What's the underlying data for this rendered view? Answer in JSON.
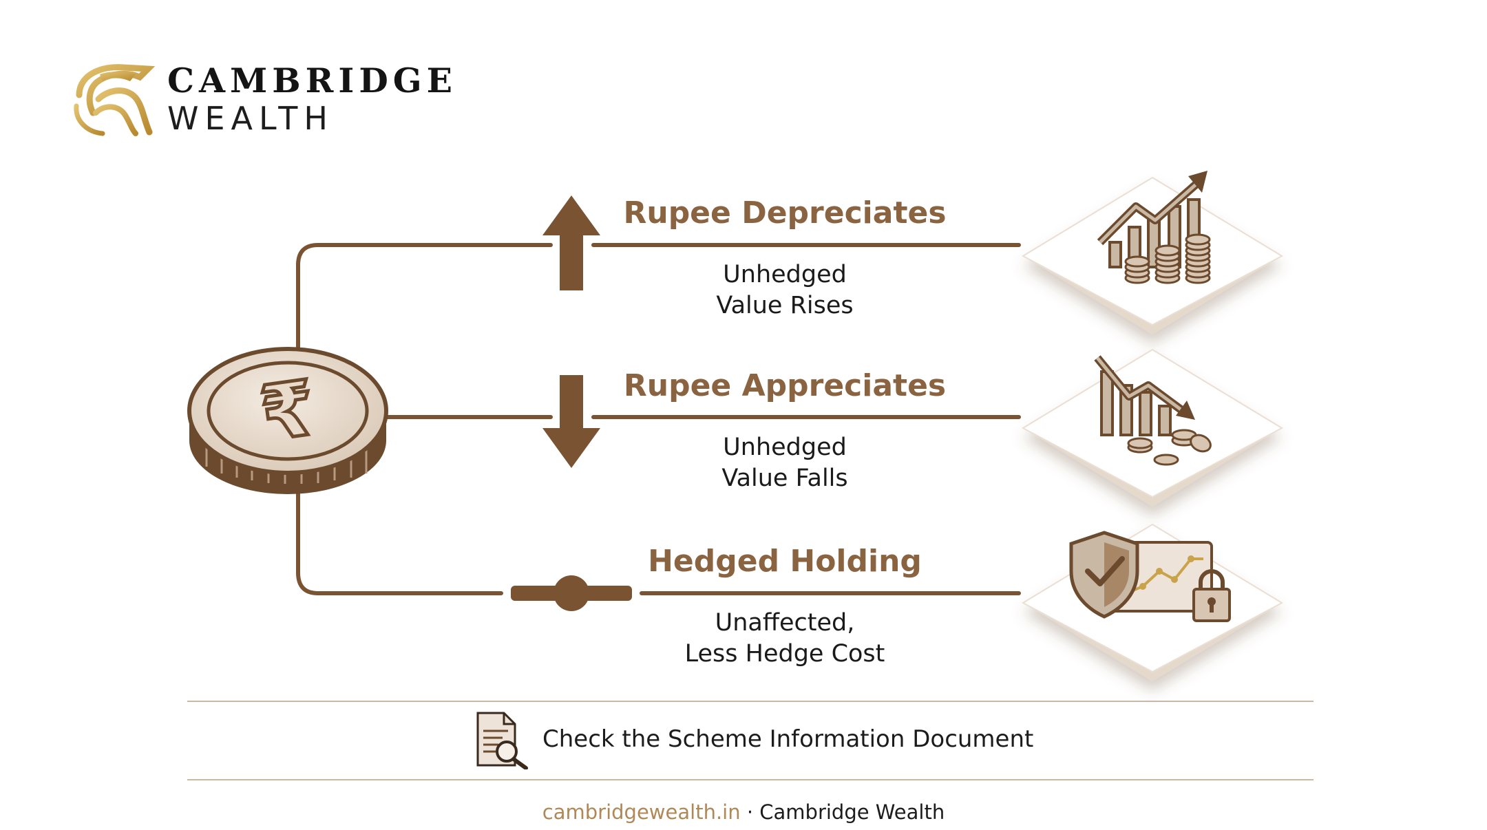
{
  "brand": {
    "line1": "CAMBRIDGE",
    "line2": "WEALTH",
    "logo_icon": "stylized-lion-head-icon"
  },
  "source_icon": "rupee-coin-icon",
  "branches": [
    {
      "title": "Rupee Depreciates",
      "desc_line1": "Unhedged",
      "desc_line2": "Value Rises",
      "marker_icon": "arrow-up-icon",
      "tile_icon": "rising-chart-coins-icon"
    },
    {
      "title": "Rupee Appreciates",
      "desc_line1": "Unhedged",
      "desc_line2": "Value Falls",
      "marker_icon": "arrow-down-icon",
      "tile_icon": "falling-chart-coins-icon"
    },
    {
      "title": "Hedged Holding",
      "desc_line1": "Unaffected,",
      "desc_line2": "Less Hedge Cost",
      "marker_icon": "lever-neutral-icon",
      "tile_icon": "shield-lock-chart-icon"
    }
  ],
  "note": {
    "text": "Check the Scheme Information Document",
    "icon": "document-search-icon"
  },
  "footer": {
    "site": "cambridgewealth.in",
    "separator": " · ",
    "name": "Cambridge Wealth"
  },
  "colors": {
    "brown": "#7a5333",
    "title_brown": "#8a6340",
    "gold": "#c9a24a",
    "divider": "#c9b8a4"
  }
}
